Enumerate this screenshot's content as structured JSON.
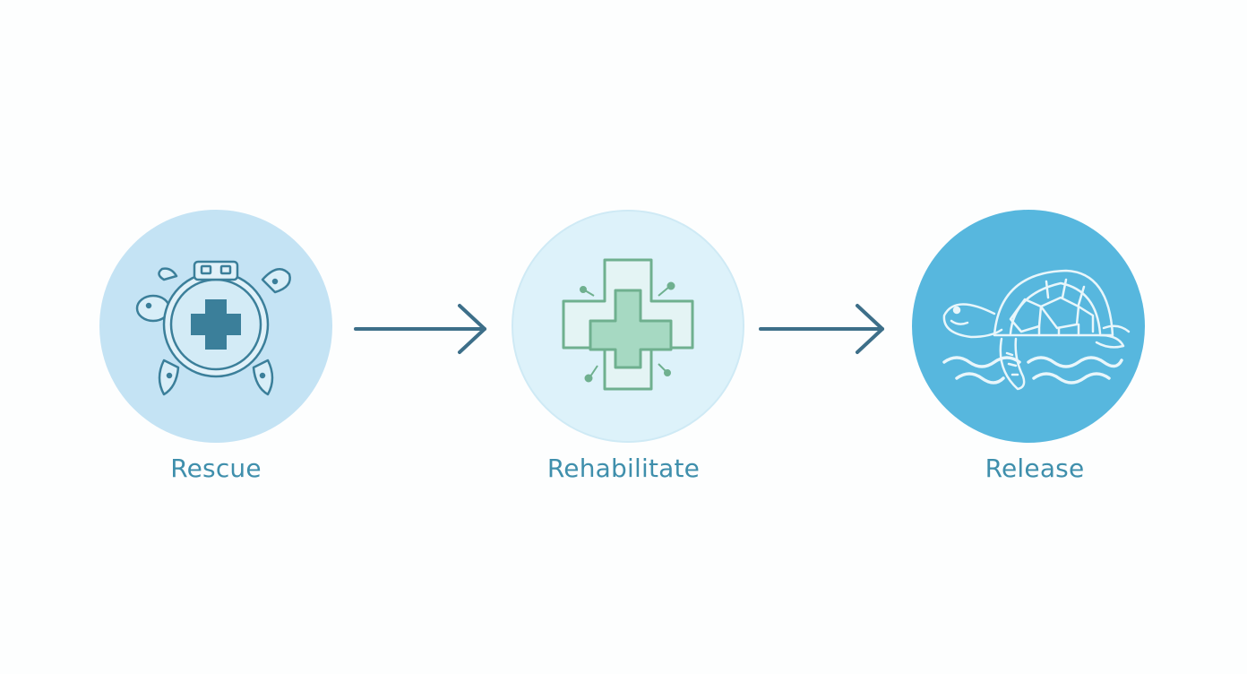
{
  "steps": [
    {
      "label": "Rescue",
      "icon": "turtle-medical-kit-icon",
      "circle_color": "#c2e2f3"
    },
    {
      "label": "Rehabilitate",
      "icon": "medical-cross-icon",
      "circle_color": "#dcf2f9"
    },
    {
      "label": "Release",
      "icon": "swimming-turtle-icon",
      "circle_color": "#56b6dd"
    }
  ],
  "colors": {
    "label_text": "#3f8fac",
    "arrow": "#3d6f89",
    "rescue_icon": "#3b7f9a",
    "rehab_icon": "#6fb08f",
    "release_icon": "#e8f6fb"
  }
}
